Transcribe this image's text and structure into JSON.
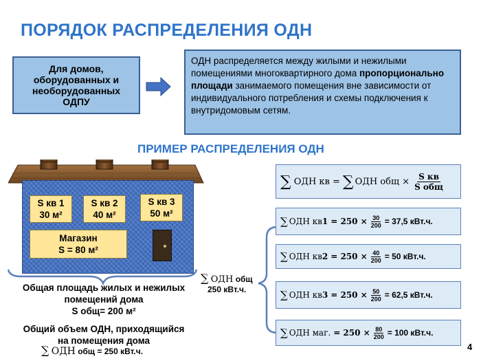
{
  "title": "ПОРЯДОК РАСПРЕДЕЛЕНИЯ ОДН",
  "left_box": "Для домов,\nоборудованных и\nнеоборудованных\nОДПУ",
  "right_box": {
    "part1": "ОДН распределяется между жилыми и нежилыми помещениями многоквартирного дома ",
    "bold": "пропорционально площади",
    "part2": " занимаемого помещения вне зависимости от индивидуального потребления и схемы подключения к внутридомовым сетям."
  },
  "subtitle": "ПРИМЕР РАСПРЕДЕЛЕНИЯ ОДН",
  "rooms": [
    {
      "name": "S кв 1",
      "area": "30 м²"
    },
    {
      "name": "S кв 2",
      "area": "40 м²"
    },
    {
      "name": "S кв 3",
      "area": "50 м²"
    },
    {
      "name": "Магазин",
      "area": "S =  80 м²"
    }
  ],
  "caption_area": {
    "line1": "Общая площадь жилых и нежилых",
    "line2": "помещений дома",
    "line3": "S общ= 200 м²"
  },
  "caption_volume": {
    "line1": "Общий объем ОДН, приходящийся",
    "line2": "на помещения дома",
    "sum": "∑",
    "odn": "ОДН",
    "value": "общ =    250 кВт.ч."
  },
  "middle_label": {
    "sum": "∑",
    "odn": "ОДН",
    "sub": "общ",
    "value": "250 кВт.ч."
  },
  "formula_main": {
    "sum": "∑",
    "lhs": "ОДН кв =",
    "rhs": "ОДН общ  ×",
    "num": "S кв",
    "den": "S общ"
  },
  "formulas": [
    {
      "sum": "∑",
      "label": "ОДН кв",
      "index": "1",
      "eq": "= 250  ×",
      "num": "30",
      "den": "200",
      "result": "= 37,5 кВт.ч."
    },
    {
      "sum": "∑",
      "label": "ОДН кв",
      "index": "2",
      "eq": "= 250  ×",
      "num": "40",
      "den": "200",
      "result": "= 50 кВт.ч."
    },
    {
      "sum": "∑",
      "label": "ОДН кв",
      "index": "3",
      "eq": "= 250  ×",
      "num": "50",
      "den": "200",
      "result": "= 62,5 кВт.ч."
    },
    {
      "sum": "∑",
      "label": "ОДН маг.",
      "index": "",
      "eq": "= 250  ×",
      "num": "80",
      "den": "200",
      "result": "= 100 кВт.ч."
    }
  ],
  "page_number": "4",
  "colors": {
    "title": "#2e74c9",
    "box": "#9dc3e6",
    "formula_box": "#ddebf7",
    "house": "#4472c4",
    "room": "#ffe699"
  }
}
